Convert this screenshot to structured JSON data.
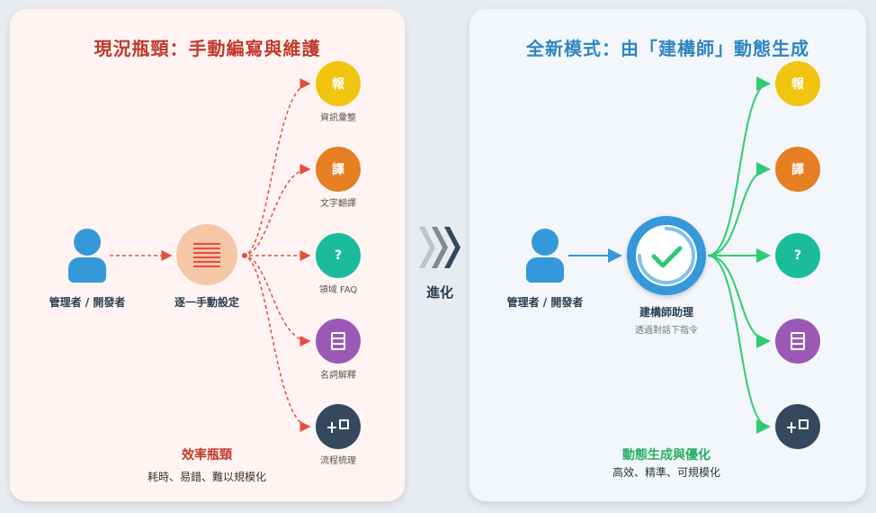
{
  "left": {
    "title": "現況瓶頸：手動編寫與維護",
    "user_label": "管理者 / 開發者",
    "center_label": "逐一手動設定",
    "outputs": [
      {
        "icon_text": "報",
        "label": "資訊彙整",
        "color": "#f1c40f"
      },
      {
        "icon_text": "譯",
        "label": "文字翻譯",
        "color": "#e67e22"
      },
      {
        "icon_text": "?",
        "label": "領域 FAQ",
        "color": "#1abc9c"
      },
      {
        "icon": "stack-icon",
        "label": "名詞解釋",
        "color": "#9b59b6"
      },
      {
        "icon": "flow-icon",
        "label": "流程梳理",
        "color": "#34495e"
      }
    ],
    "footer_title": "效率瓶頸",
    "footer_sub": "耗時、易錯、難以規模化",
    "line_color": "#e74c3c"
  },
  "middle": {
    "label": "進化"
  },
  "right": {
    "title": "全新模式：由「建構師」動態生成",
    "user_label": "管理者 / 開發者",
    "center_label": "建構師助理",
    "center_sub": "透過對話下指令",
    "outputs": [
      {
        "icon_text": "報",
        "color": "#f1c40f"
      },
      {
        "icon_text": "譯",
        "color": "#e67e22"
      },
      {
        "icon_text": "?",
        "color": "#1abc9c"
      },
      {
        "icon": "stack-icon",
        "color": "#9b59b6"
      },
      {
        "icon": "flow-icon",
        "color": "#34495e"
      }
    ],
    "footer_title": "動態生成與優化",
    "footer_sub": "高效、精準、可規模化",
    "line_color": "#2ecc71"
  }
}
